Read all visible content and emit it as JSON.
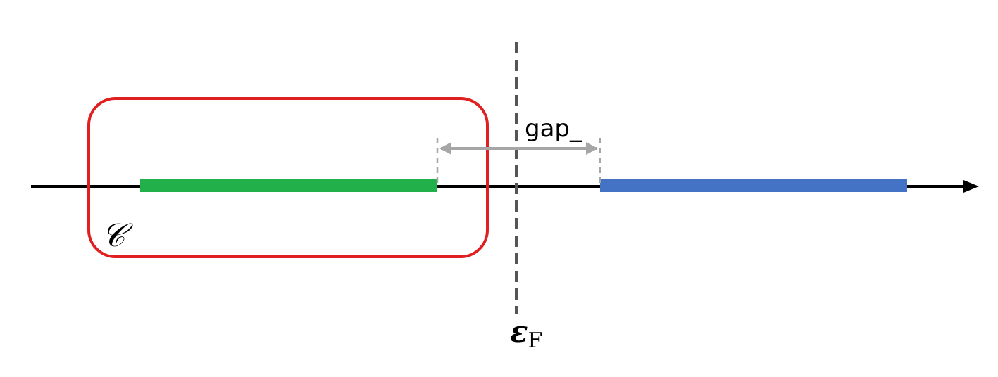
{
  "labels": {
    "gap": "gap_",
    "contour": "𝒞",
    "fermi_main": "ε",
    "fermi_sub": "F"
  },
  "colors": {
    "axis": "#000000",
    "contour": "#e02020",
    "occupied_band": "#22b04a",
    "unoccupied_band": "#4472c4",
    "gap_arrow": "#a6a6a6",
    "fermi_line": "#555555"
  }
}
